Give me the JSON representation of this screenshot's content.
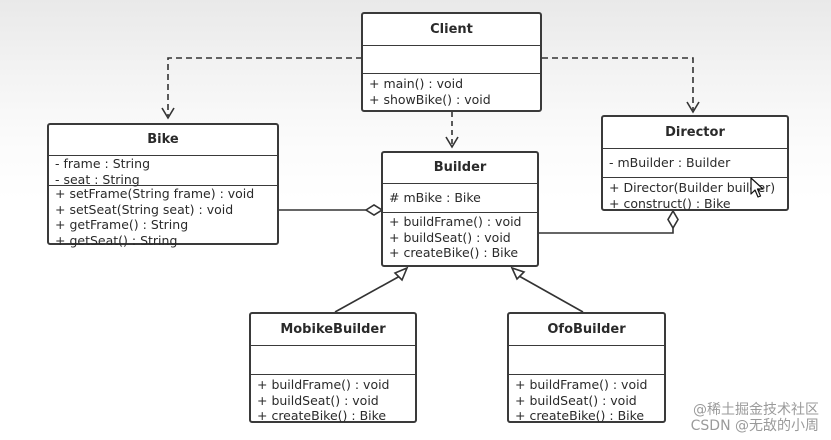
{
  "classes": {
    "client": {
      "name": "Client",
      "attributes": [],
      "methods": [
        "+ main() : void",
        "+ showBike() : void"
      ]
    },
    "bike": {
      "name": "Bike",
      "attributes": [
        "- frame : String",
        "- seat : String"
      ],
      "methods": [
        "+ setFrame(String frame) : void",
        "+ setSeat(String seat) : void",
        "+ getFrame() : String",
        "+ getSeat() : String"
      ]
    },
    "builder": {
      "name": "Builder",
      "attributes": [
        "# mBike : Bike"
      ],
      "methods": [
        "+ buildFrame() : void",
        "+ buildSeat() : void",
        "+ createBike() : Bike"
      ]
    },
    "director": {
      "name": "Director",
      "attributes": [
        "- mBuilder : Builder"
      ],
      "methods": [
        "+ Director(Builder builder)",
        "+ construct() : Bike"
      ]
    },
    "mobike": {
      "name": "MobikeBuilder",
      "attributes": [],
      "methods": [
        "+ buildFrame() : void",
        "+ buildSeat() : void",
        "+ createBike() : Bike"
      ]
    },
    "ofo": {
      "name": "OfoBuilder",
      "attributes": [],
      "methods": [
        "+ buildFrame() : void",
        "+ buildSeat() : void",
        "+ createBike() : Bike"
      ]
    }
  },
  "watermark": {
    "line1": "@稀土掘金技术社区",
    "line2": "CSDN @无敌的小周"
  }
}
